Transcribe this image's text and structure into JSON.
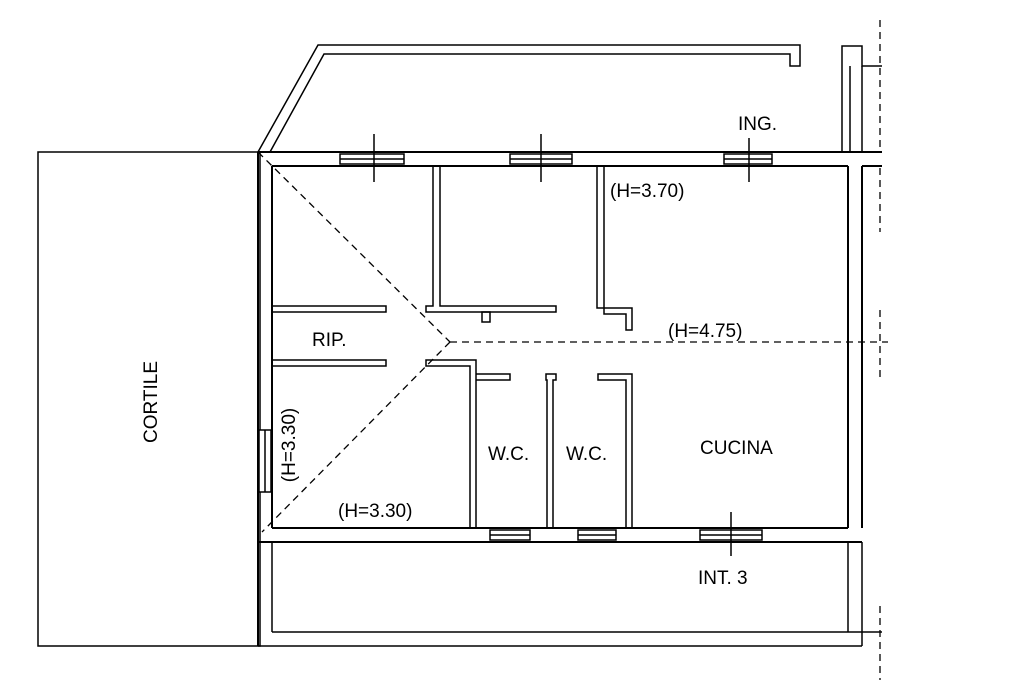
{
  "labels": {
    "cortile": "CORTILE",
    "ing": "ING.",
    "h_370": "(H=3.70)",
    "h_475": "(H=4.75)",
    "rip": "RIP.",
    "h_330_vertical": "(H=3.30)",
    "h_330_bottom": "(H=3.30)",
    "wc_1": "W.C.",
    "wc_2": "W.C.",
    "cucina": "CUCINA",
    "int": "INT. 3"
  },
  "colors": {
    "line": "#000000",
    "background": "#ffffff"
  }
}
